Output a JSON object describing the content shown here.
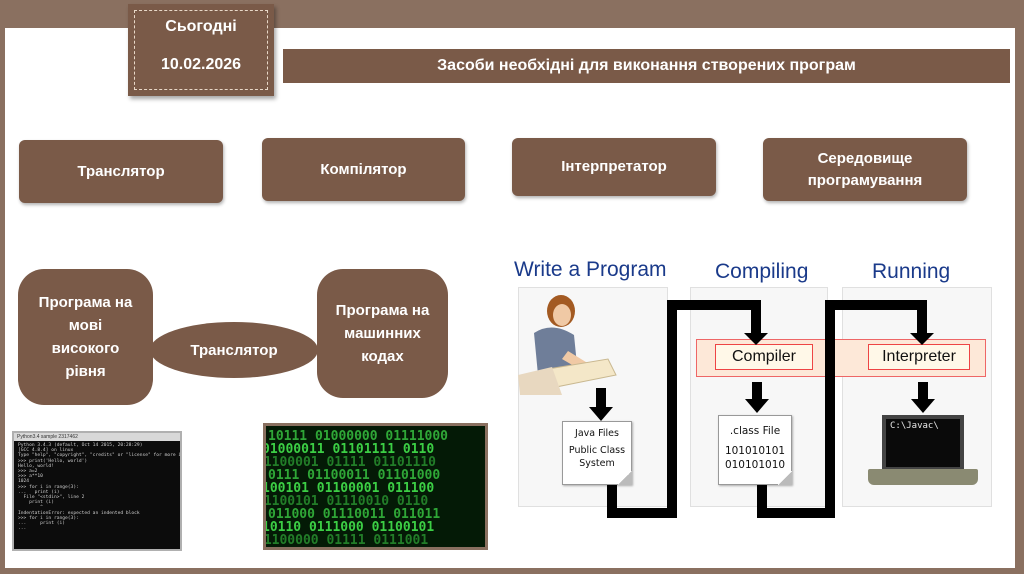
{
  "header": {
    "today_label": "Сьогодні",
    "date": "10.02.2026",
    "title": "Засоби необхідні для виконання створених програм"
  },
  "categories": [
    {
      "label": "Транслятор"
    },
    {
      "label": "Компілятор"
    },
    {
      "label": "Інтерпретатор"
    },
    {
      "label": "Середовище програмування"
    }
  ],
  "translation": {
    "source": "Програма на мові високого рівня",
    "middle": "Транслятор",
    "target": "Програма на машинних кодах"
  },
  "terminal": {
    "title": "Python3.4 sample 2317462",
    "lines": [
      "Python 3.4.3 (default, Oct 14 2015, 20:28:29)",
      "[GCC 4.8.4] on linux",
      "Type \"help\", \"copyright\", \"credits\" or \"license\" for more information.",
      ">>> print('Hello, world')",
      "Hello, world!",
      ">>> a=2",
      ">>> a**10",
      "1024",
      ">>> for i in range(3):",
      "...   print (i)",
      "  File \"<stdin>\", line 2",
      "    print (i)",
      "        ^",
      "IndentationError: expected an indented block",
      ">>> for i in range(3):",
      "...     print (i)",
      "..."
    ]
  },
  "binary_rows": [
    "10111 01000000 01111000",
    "01000011 01101111 0110",
    "01100001 01111 01101110",
    "0111 01100011 01101000",
    "100101 01100001 011100",
    "01100101 01110010 0110",
    "011000 01110011 011011",
    "10110 0111000 01100101",
    "01100000 01111 0111001"
  ],
  "flow": {
    "stages": [
      "Write a Program",
      "Compiling",
      "Running"
    ],
    "compiler_label": "Compiler",
    "interpreter_label": "Interpreter",
    "java_doc": {
      "title": "Java Files",
      "line1": "Public Class",
      "line2": "System"
    },
    "class_doc": {
      "title": ".class File",
      "line1": "101010101",
      "line2": "010101010"
    },
    "console_text": "C:\\Javac\\"
  },
  "colors": {
    "brown": "#7a5a48",
    "frame": "#8a7060",
    "stage_title": "#1a3a8a",
    "highlight_border": "#ee6666",
    "binary_green": "#3ccf45"
  }
}
